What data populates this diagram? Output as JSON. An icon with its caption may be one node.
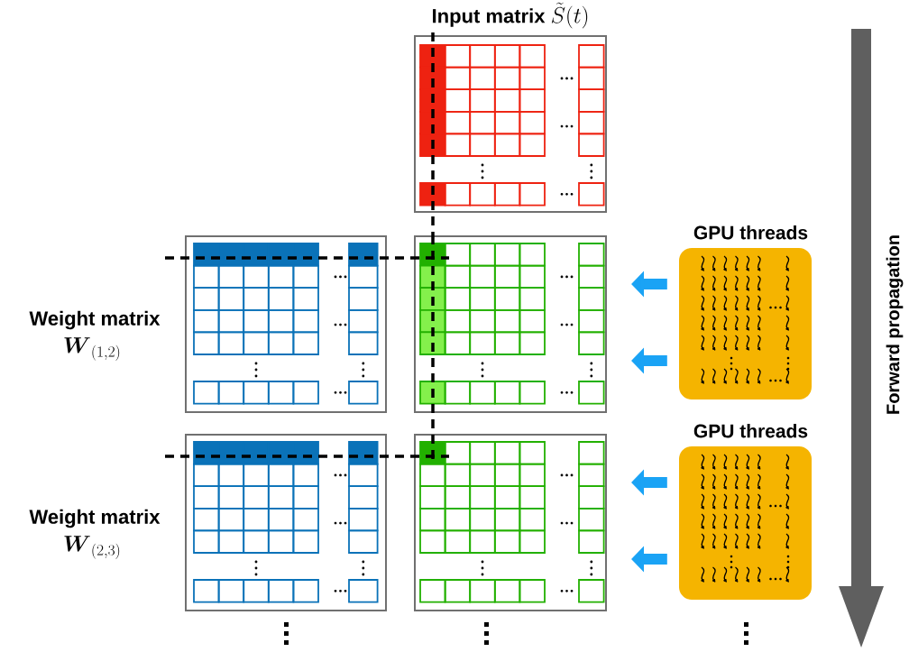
{
  "diagram": {
    "nodes": [
      {
        "text": [
          "Input matrix",
          "\\tilde{S}(t)"
        ]
      },
      {
        "text": [
          "Weight matrix",
          "\\boldsymbol{W}_{(1,2)}"
        ]
      },
      {
        "text": [],
        "shape": "box"
      },
      {
        "text": [
          "GPU threads"
        ]
      },
      {
        "text": [
          "Weight matrix",
          "\\boldsymbol{W}_{(2,3)}"
        ]
      },
      {
        "text": [],
        "shape": "box"
      },
      {
        "text": [
          "GPU threads"
        ]
      }
    ],
    "edges": [
      {
        "from": 3,
        "to": 2,
        "arrow": "to"
      },
      {
        "from": 3,
        "to": 2,
        "arrow": "to"
      },
      {
        "from": 6,
        "to": 5,
        "arrow": "to"
      },
      {
        "from": 6,
        "to": 5,
        "arrow": "to"
      },
      {
        "from": 0,
        "to": 2,
        "arrow": "none",
        "style": "dashed",
        "color": "#000000"
      },
      {
        "from": 2,
        "to": 5,
        "arrow": "none",
        "style": "dashed",
        "color": "#000000"
      }
    ],
    "labels": [
      "Forward propagation"
    ]
  }
}
